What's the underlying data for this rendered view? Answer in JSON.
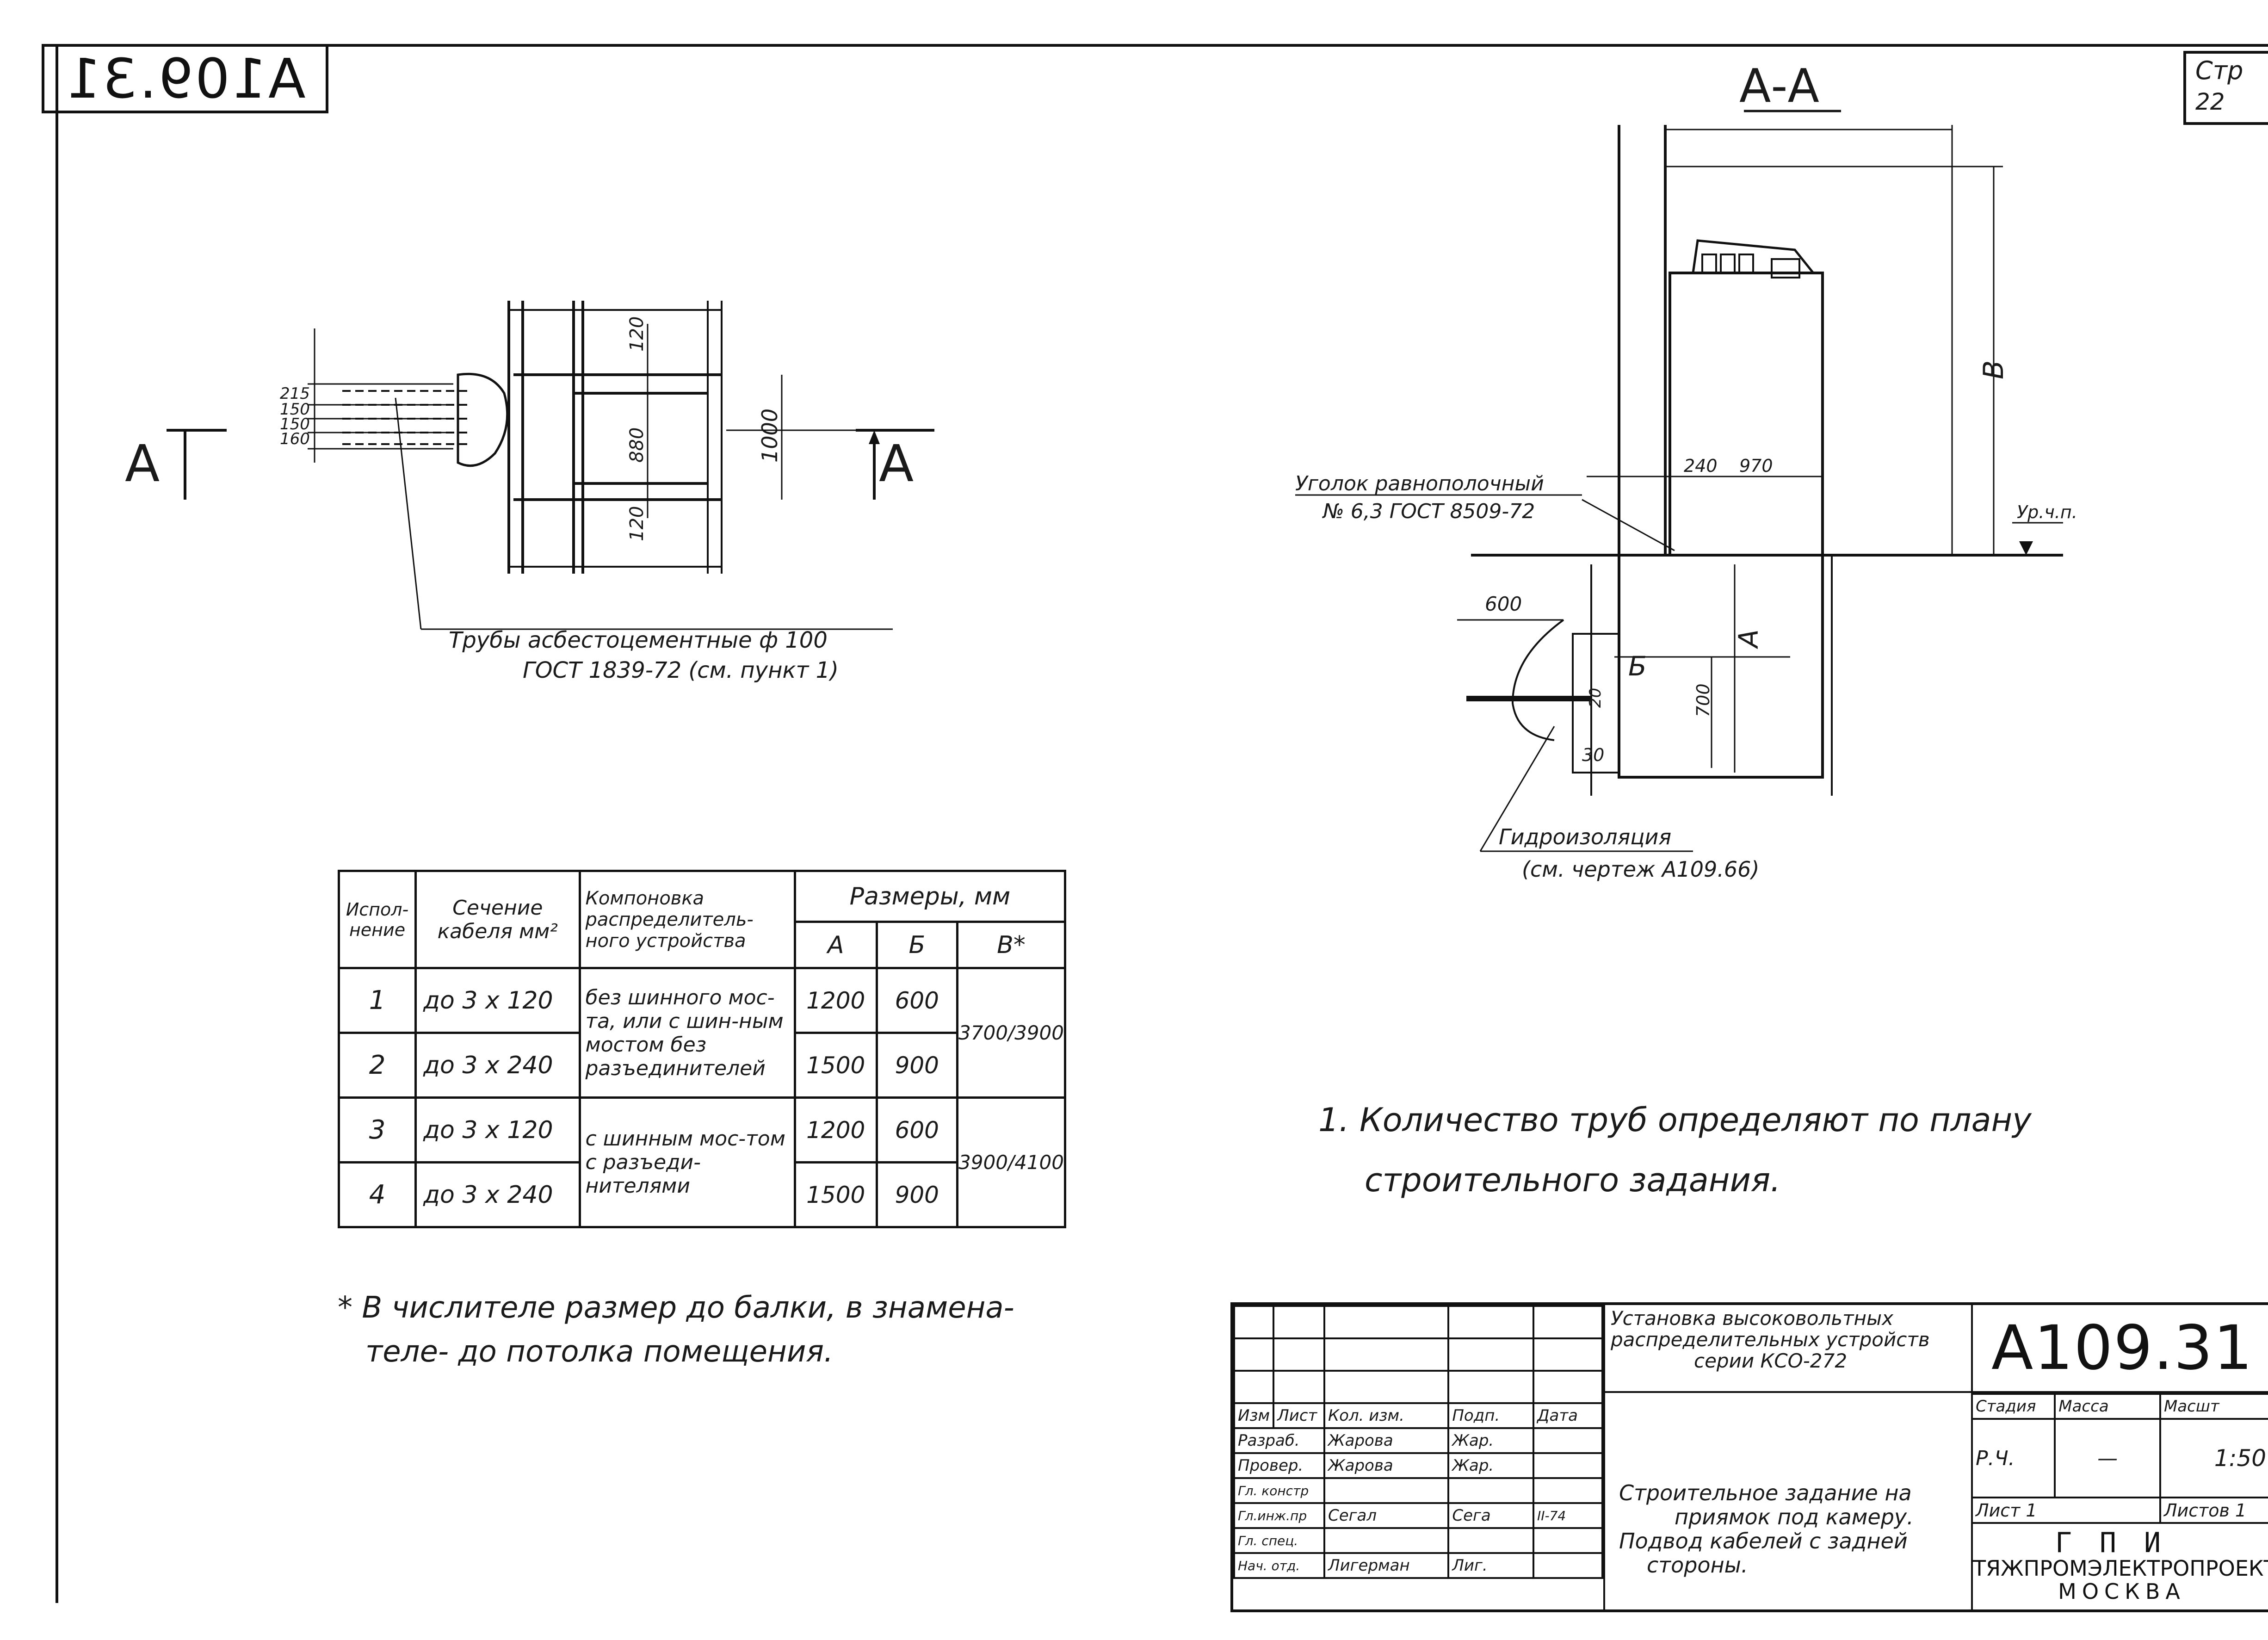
{
  "header": {
    "doc_code_mirrored": "A109.31",
    "sheet_label": "Стр",
    "sheet_number": "22"
  },
  "plan_view": {
    "section_marks": [
      "A",
      "A"
    ],
    "dims_left": [
      "215",
      "150",
      "150",
      "160"
    ],
    "dims_inner": [
      "120",
      "880",
      "120"
    ],
    "dim_total": "1000",
    "callout_line1": "Трубы асбестоцементные ф 100",
    "callout_line2": "ГОСТ 1839-72 (см. пункт 1)"
  },
  "section_view": {
    "title": "А-А",
    "angle_label_line1": "Уголок равнополочный",
    "angle_label_line2": "№ 6,3 ГОСТ 8509-72",
    "dim_240": "240",
    "dim_970": "970",
    "dim_v": "В",
    "level_label": "Ур.ч.п.",
    "dim_600": "600",
    "dim_a": "А",
    "dim_b": "Б",
    "dim_700": "700",
    "dim_20": "20",
    "dim_30": "30",
    "waterproof_line1": "Гидроизоляция",
    "waterproof_line2": "(см. чертеж А109.66)"
  },
  "spec_table": {
    "headers": {
      "variant": "Испол-нение",
      "section": "Сечение кабеля мм²",
      "layout": "Компоновка распределитель-ного устройства",
      "dims": "Размеры, мм",
      "a": "А",
      "b": "Б",
      "v": "В*"
    },
    "rows": [
      {
        "n": "1",
        "section": "до 3 x 120",
        "a": "1200",
        "b": "600"
      },
      {
        "n": "2",
        "section": "до 3 x 240",
        "a": "1500",
        "b": "900"
      },
      {
        "n": "3",
        "section": "до 3 x 120",
        "a": "1200",
        "b": "600"
      },
      {
        "n": "4",
        "section": "до 3 x 240",
        "a": "1500",
        "b": "900"
      }
    ],
    "layout_group1": "без шинного мос-та, или с шин-ным мостом без разъединителей",
    "layout_group2": "с шинным мос-том с разъеди-нителями",
    "v_group1": "3700/3900",
    "v_group2": "3900/4100"
  },
  "footnote": {
    "line1": "* В числителе размер до балки, в знамена-",
    "line2": "теле- до потолка помещения."
  },
  "note": {
    "line1": "1. Количество труб определяют по плану",
    "line2": "строительного задания."
  },
  "title_block": {
    "project_line1": "Установка высоковольтных",
    "project_line2": "распределительных устройств",
    "project_line3": "серии КСО-272",
    "doc_code": "А109.31",
    "stage_label": "Стадия",
    "mass_label": "Масса",
    "scale_label": "Масшт",
    "stage": "Р.Ч.",
    "mass": "—",
    "scale": "1:50",
    "sheet": "Лист 1",
    "sheets": "Листов 1",
    "drawing_title_line1": "Строительное задание на",
    "drawing_title_line2": "приямок под камеру.",
    "drawing_title_line3": "Подвод кабелей с задней",
    "drawing_title_line4": "стороны.",
    "col_headers": [
      "Изм",
      "Лист",
      "Кол. изм.",
      "Подп.",
      "Дата"
    ],
    "roles": [
      {
        "role": "Разраб.",
        "name": "Жарова",
        "sign": "Жар."
      },
      {
        "role": "Провер.",
        "name": "Жарова",
        "sign": "Жар."
      },
      {
        "role": "Гл. констр",
        "name": "",
        "sign": ""
      },
      {
        "role": "Гл.инж.пр",
        "name": "Сегал",
        "sign": "Сега",
        "date": "II-74"
      },
      {
        "role": "Гл. спец.",
        "name": "",
        "sign": ""
      },
      {
        "role": "Нач. отд.",
        "name": "Лигерман",
        "sign": "Лиг."
      }
    ],
    "org_logo": "ГПИ",
    "org_name": "ТЯЖПРОМЭЛЕКТРОПРОЕКТ",
    "org_city": "МОСКВА"
  }
}
